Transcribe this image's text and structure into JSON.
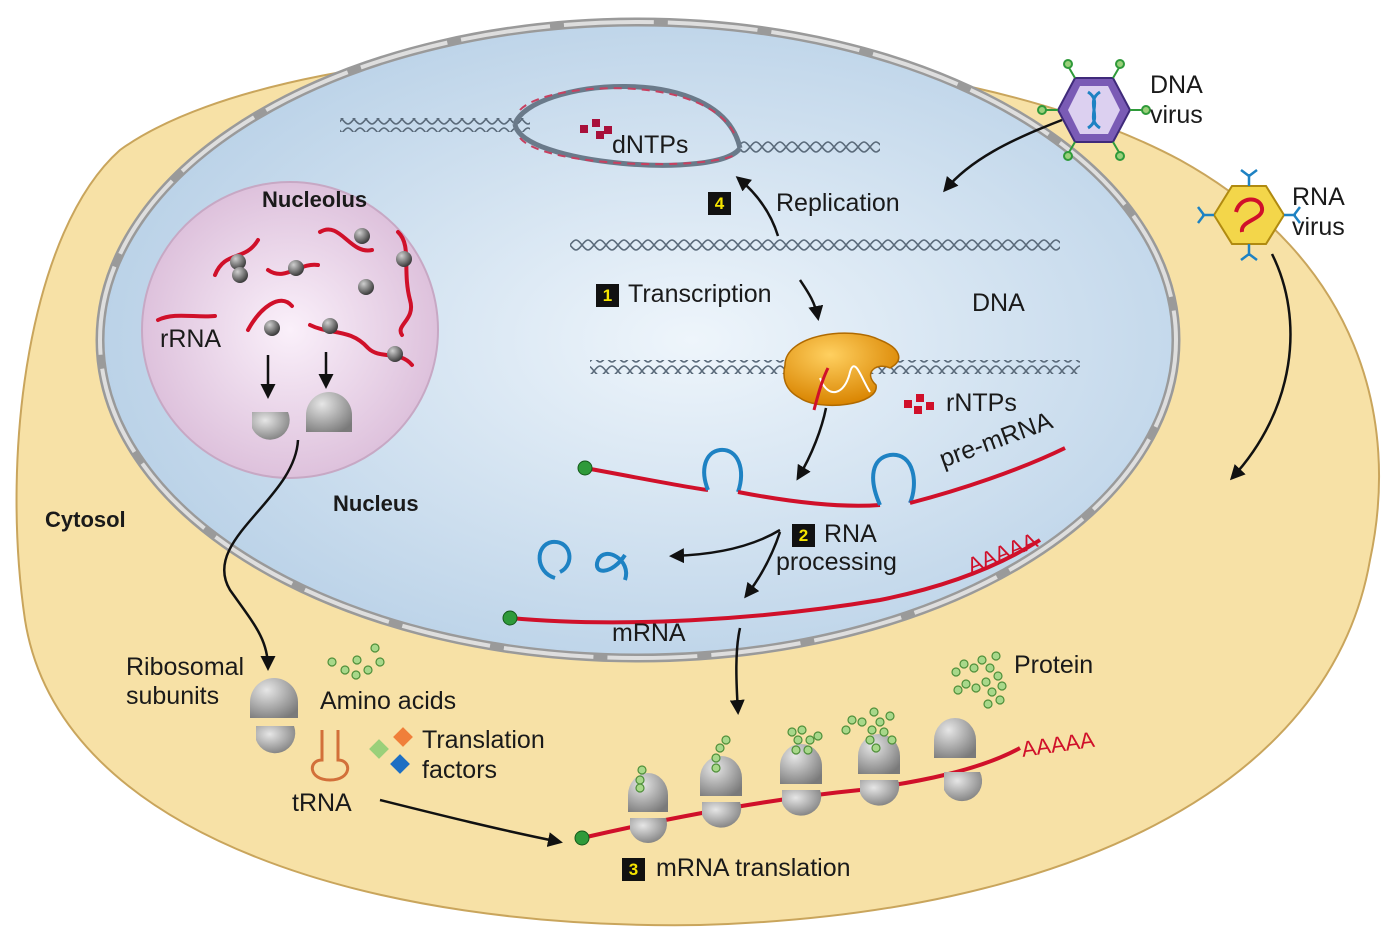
{
  "labels": {
    "nucleolus": "Nucleolus",
    "nucleus": "Nucleus",
    "cytosol": "Cytosol",
    "rrna": "rRNA",
    "dntps": "dNTPs",
    "replication": "Replication",
    "transcription": "Transcription",
    "dna": "DNA",
    "rntps": "rNTPs",
    "pre_mrna": "pre-mRNA",
    "rna_processing_1": "RNA",
    "rna_processing_2": "processing",
    "poly_a_nucleus": "AAAAA",
    "mrna": "mRNA",
    "ribosomal_1": "Ribosomal",
    "ribosomal_2": "subunits",
    "amino_acids": "Amino acids",
    "translation_factors_1": "Translation",
    "translation_factors_2": "factors",
    "trna": "tRNA",
    "protein": "Protein",
    "poly_a_cytosol": "AAAAA",
    "mrna_translation": "mRNA translation",
    "dna_virus_1": "DNA",
    "dna_virus_2": "virus",
    "rna_virus_1": "RNA",
    "rna_virus_2": "virus"
  },
  "steps": {
    "one": "1",
    "two": "2",
    "three": "3",
    "four": "4"
  },
  "colors": {
    "cell": "#f7e1a6",
    "nucleus": "#c9deee",
    "nucleolus": "#e8cfe5",
    "envelope": "#8f8f8f",
    "rna": "#d0102a",
    "intron": "#1e82c3",
    "polymerase": "#f0a010",
    "amino": "#9ad07a",
    "green_cap": "#2f9a3a",
    "ribosome": "#8c8c8c",
    "dna_virus": "#7a5bb5",
    "rna_virus": "#f3d64a"
  }
}
